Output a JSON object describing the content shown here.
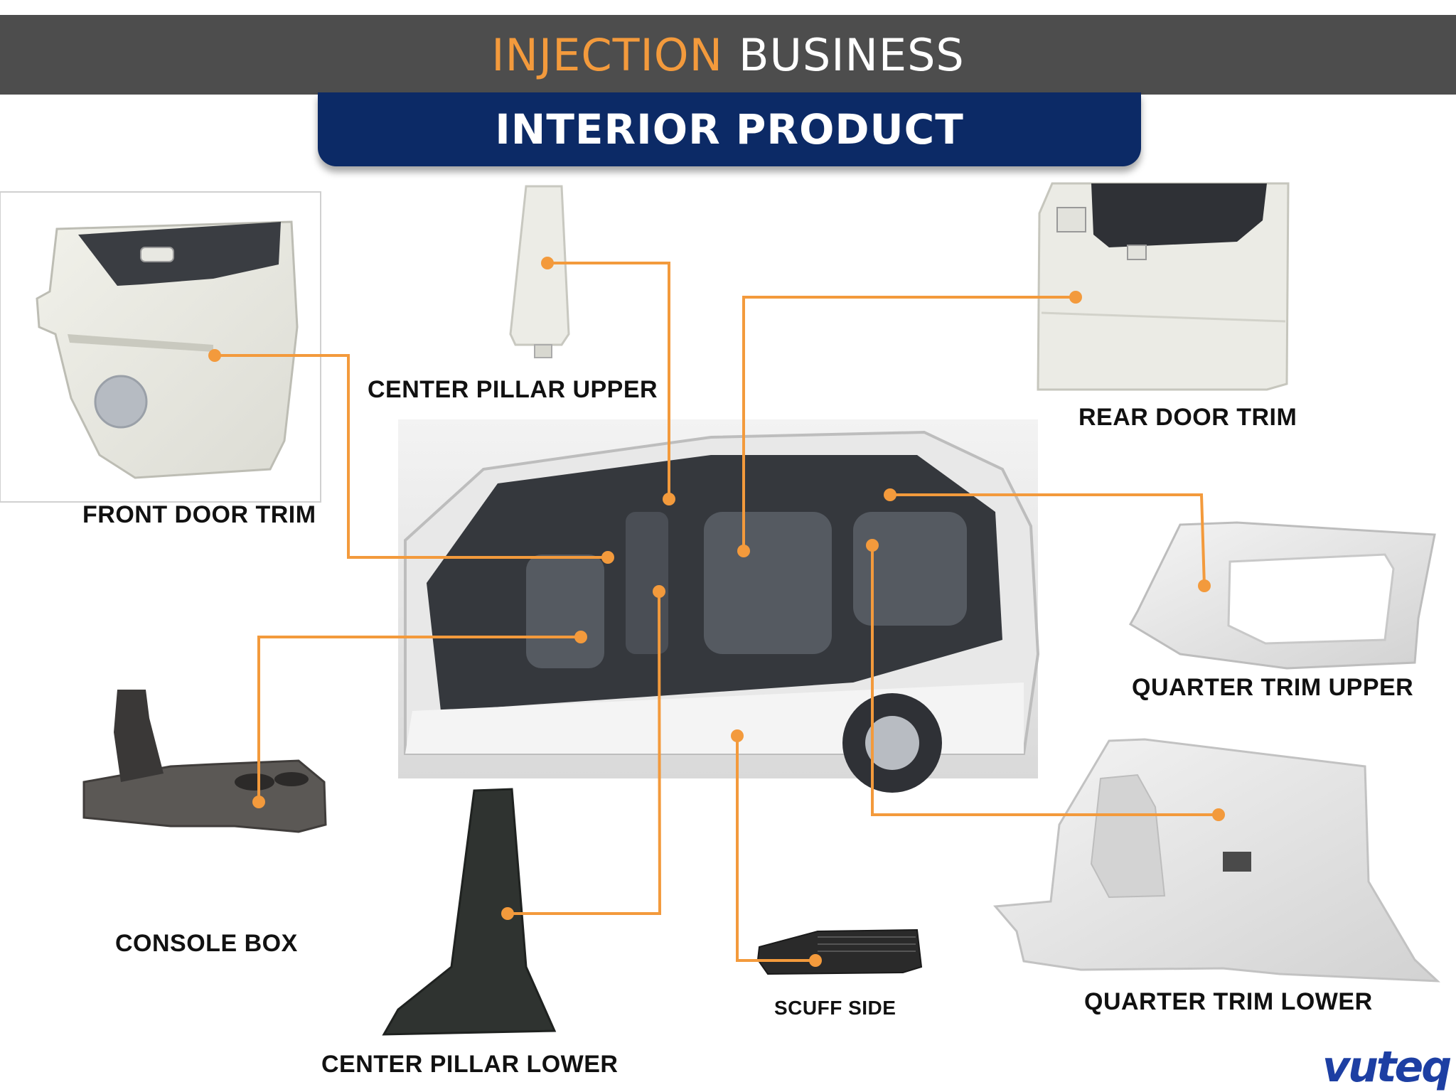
{
  "header": {
    "title_highlight": "INJECTION",
    "title_rest": "BUSINESS"
  },
  "subtitle": "INTERIOR PRODUCT",
  "parts": {
    "front_door_trim": "FRONT DOOR TRIM",
    "center_pillar_upper": "CENTER PILLAR UPPER",
    "rear_door_trim": "REAR DOOR TRIM",
    "quarter_trim_upper": "QUARTER TRIM UPPER",
    "quarter_trim_lower": "QUARTER TRIM LOWER",
    "console_box": "CONSOLE BOX",
    "center_pillar_lower": "CENTER PILLAR LOWER",
    "scuff_side": "SCUFF SIDE"
  },
  "logo": "vuteq",
  "colors": {
    "accent": "#f39a3c",
    "navy": "#0c2a66",
    "header_gray": "#4d4d4d",
    "logo_blue": "#1d3fa3"
  }
}
